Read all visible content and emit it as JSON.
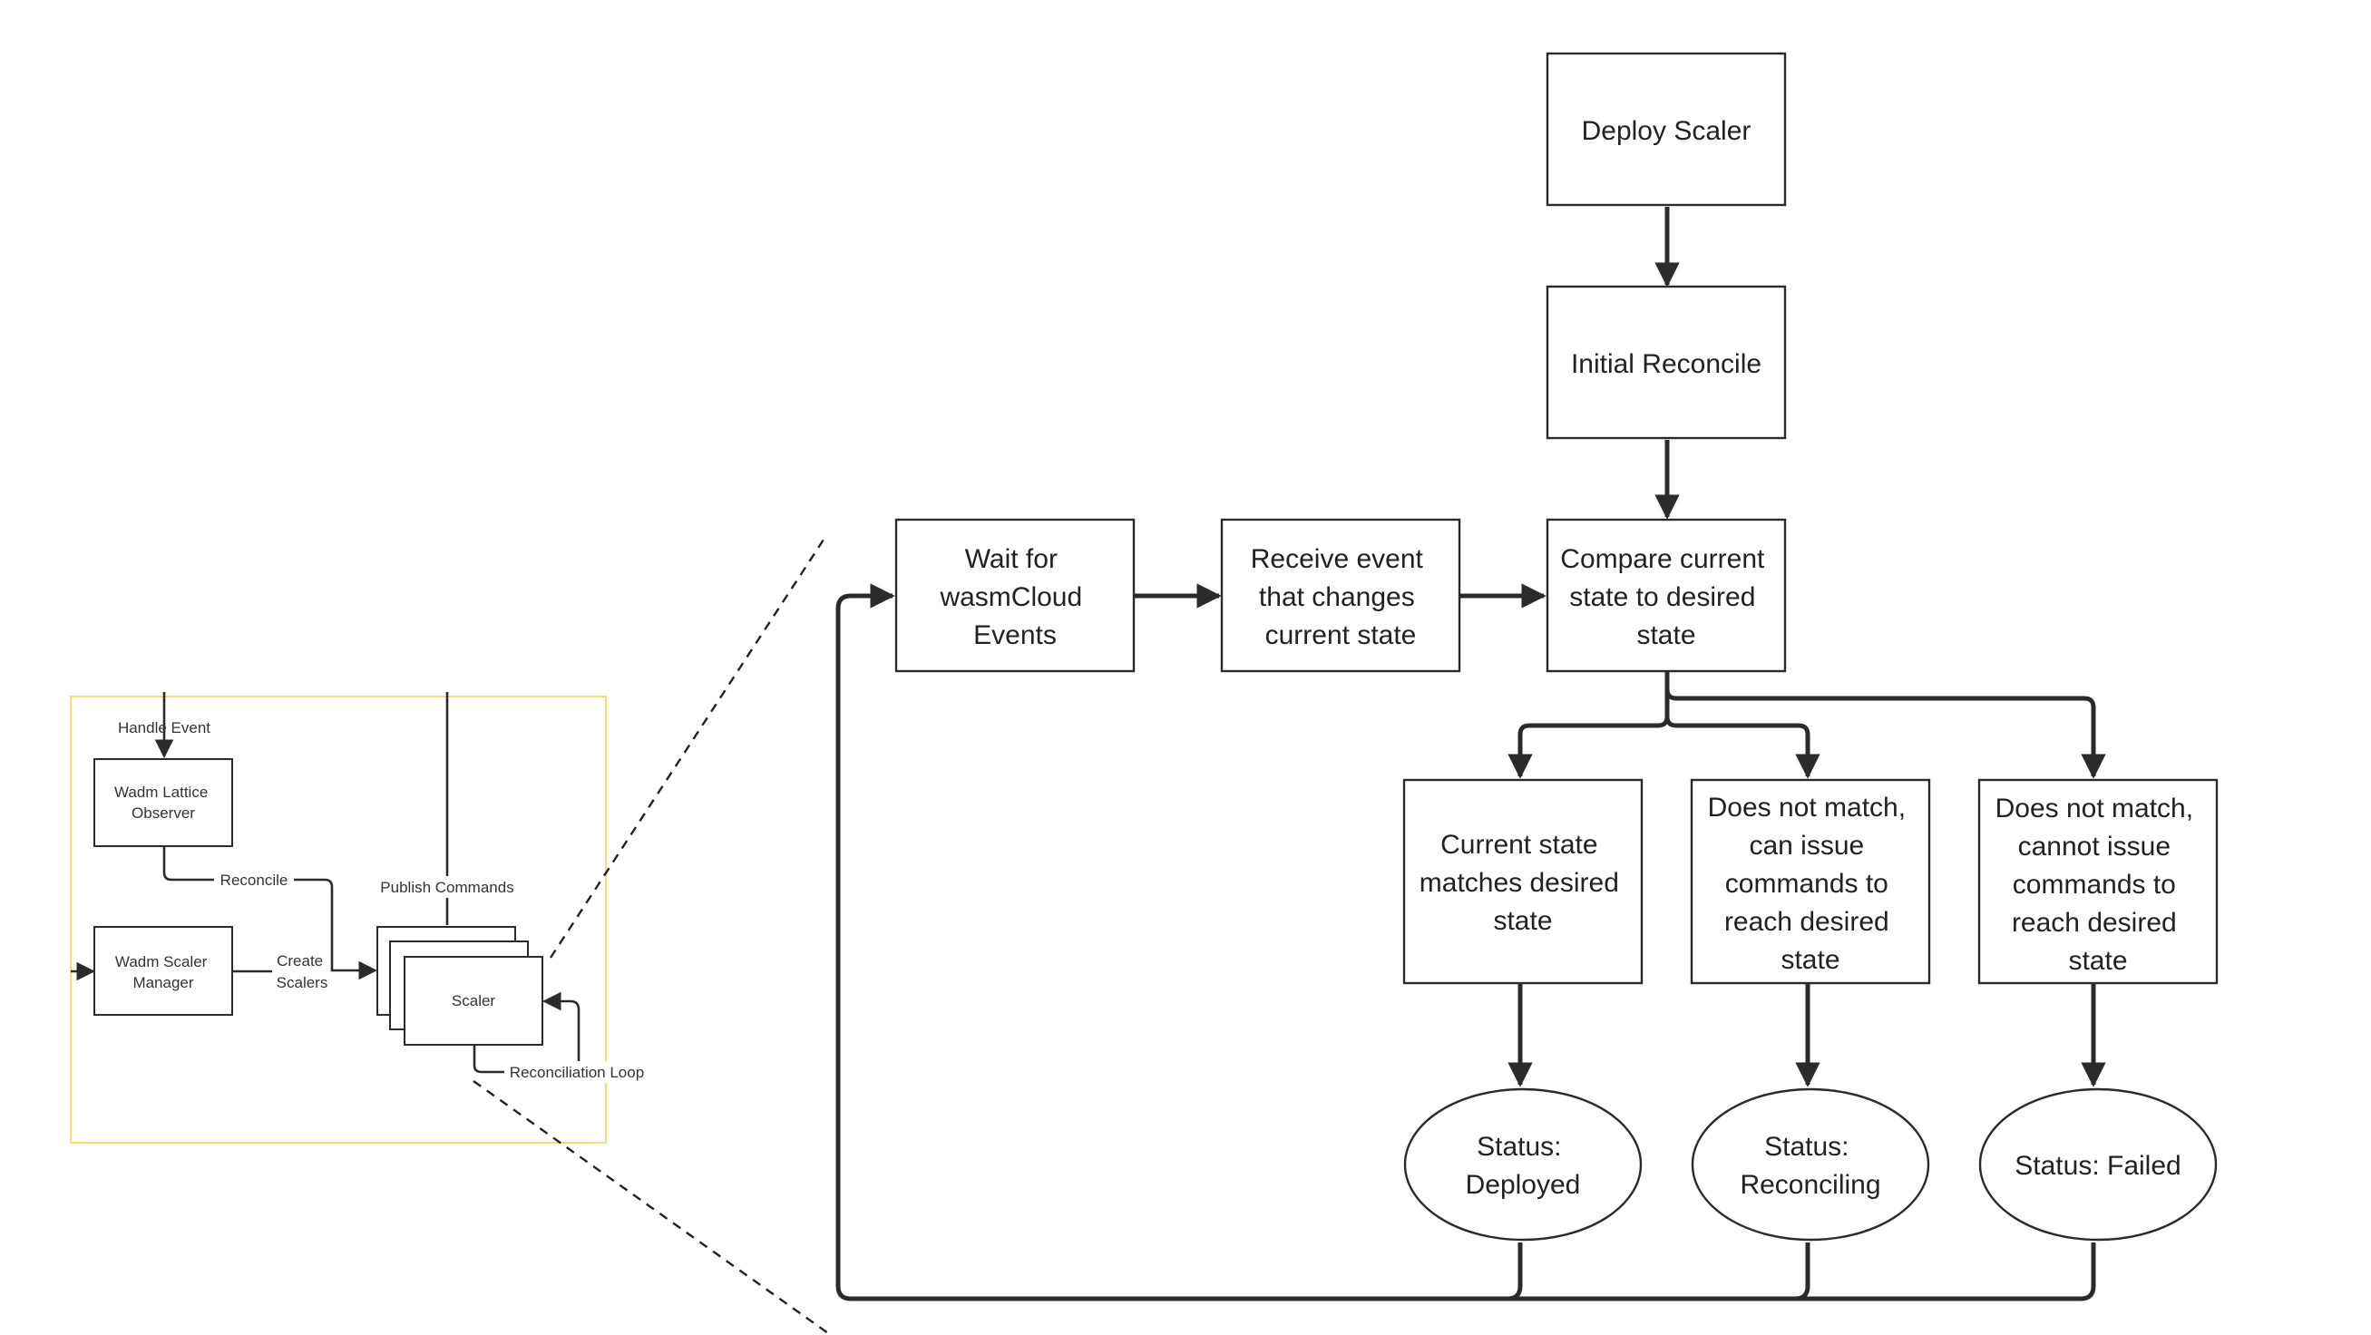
{
  "colors": {
    "frame": "#f0e27a",
    "deployed": "#c5e5a5",
    "reconciling": "#fbf7a0",
    "failed": "#f19e8e"
  },
  "overview": {
    "handle_event": "Handle Event",
    "lattice_observer": [
      "Wadm Lattice",
      "Observer"
    ],
    "reconcile": "Reconcile",
    "publish_commands": "Publish Commands",
    "scaler_manager": [
      "Wadm Scaler",
      "Manager"
    ],
    "create_scalers": [
      "Create",
      "Scalers"
    ],
    "scaler": "Scaler",
    "reconciliation_loop": "Reconciliation Loop"
  },
  "flow": {
    "deploy_scaler": [
      "Deploy Scaler"
    ],
    "initial_reconcile": [
      "Initial Reconcile"
    ],
    "wait_events": [
      "Wait for",
      "wasmCloud",
      "Events"
    ],
    "receive_event": [
      "Receive event",
      "that changes",
      "current state"
    ],
    "compare_state": [
      "Compare current",
      "state to desired",
      "state"
    ],
    "matches": [
      "Current state",
      "matches desired",
      "state"
    ],
    "can_issue": [
      "Does not match,",
      "can issue",
      "commands to",
      "reach desired",
      "state"
    ],
    "cannot_issue": [
      "Does not match,",
      "cannot issue",
      "commands to",
      "reach desired",
      "state"
    ],
    "status_deployed": [
      "Status:",
      "Deployed"
    ],
    "status_reconciling": [
      "Status:",
      "Reconciling"
    ],
    "status_failed": [
      "Status: Failed"
    ]
  }
}
